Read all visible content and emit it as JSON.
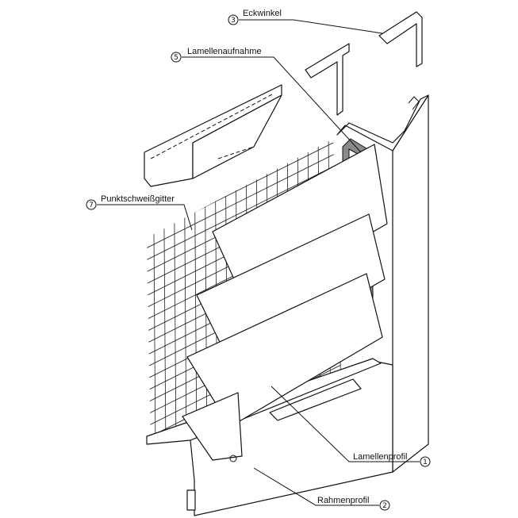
{
  "labels": [
    {
      "num": "3",
      "text": "Eckwinkel"
    },
    {
      "num": "5",
      "text": "Lamellenaufnahme"
    },
    {
      "num": "7",
      "text": "Punktschweißgitter"
    },
    {
      "num": "1",
      "text": "Lamellenprofil"
    },
    {
      "num": "2",
      "text": "Rahmenprofil"
    }
  ],
  "colors": {
    "line": "#111111",
    "shade": "#8a8a8a"
  }
}
